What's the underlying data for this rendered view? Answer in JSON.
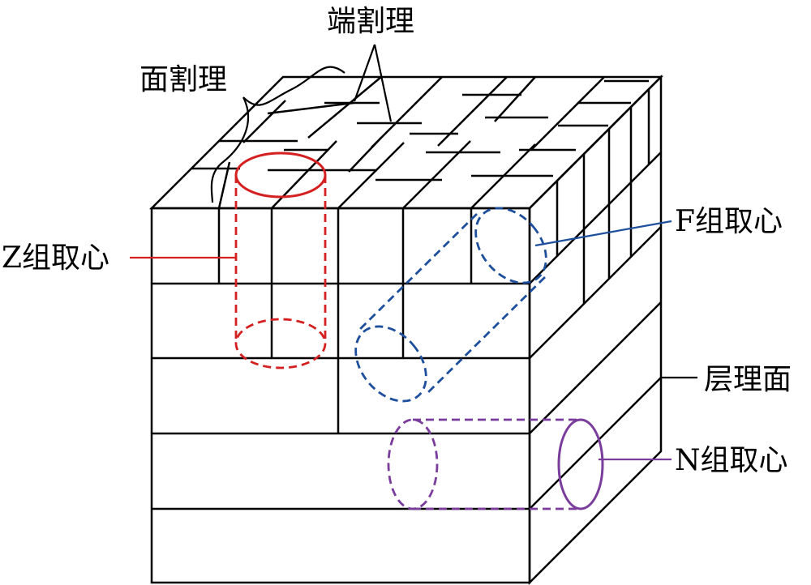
{
  "labels": {
    "end_cleat": "端割理",
    "face_cleat": "面割理",
    "z_core": "Z组取心",
    "f_core": "F组取心",
    "bedding": "层理面",
    "n_core": "N组取心"
  },
  "colors": {
    "z_core": "#d42020",
    "f_core": "#1e4f9c",
    "n_core": "#7a3d9c",
    "lines": "#000000"
  }
}
